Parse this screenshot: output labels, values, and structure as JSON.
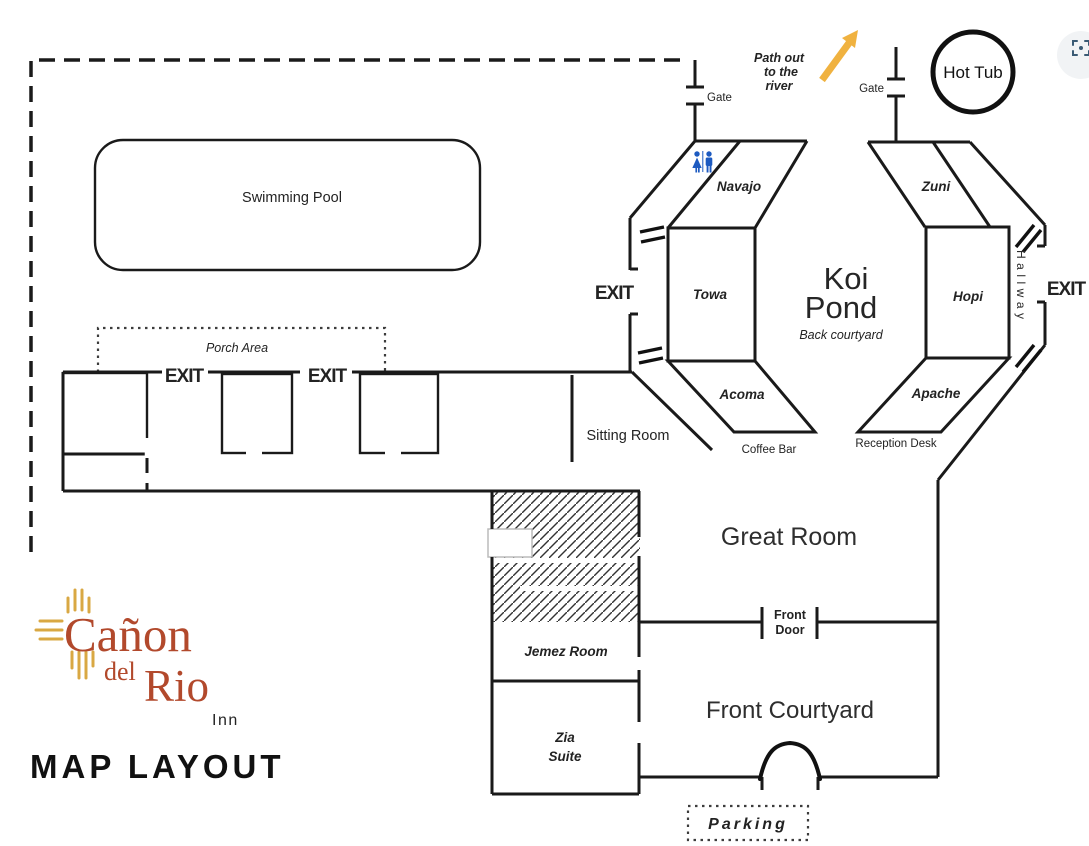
{
  "title": "MAP LAYOUT",
  "colors": {
    "pool_fill": "#86fbf4",
    "exit_red": "#c4252c",
    "arrow_gold": "#f0b240",
    "restroom_blue": "#1d5ac0",
    "logo_rust": "#b2492c",
    "logo_gold": "#d9a843",
    "icon_blue": "#3a5a74",
    "wall": "#1a1a1a"
  },
  "map": {
    "labels": {
      "swimming_pool": "Swimming Pool",
      "gate_left": "Gate",
      "gate_right": "Gate",
      "path_line1": "Path out",
      "path_line2": "to the",
      "path_line3": "river",
      "hot_tub": "Hot Tub",
      "navajo": "Navajo",
      "towa": "Towa",
      "acoma": "Acoma",
      "zuni": "Zuni",
      "hopi": "Hopi",
      "apache": "Apache",
      "koi_line1": "Koi",
      "koi_line2": "Pond",
      "back_courtyard": "Back courtyard",
      "hallway": "Hallway",
      "exit": "EXIT",
      "porch_area": "Porch Area",
      "sitting_room": "Sitting Room",
      "coffee_bar": "Coffee Bar",
      "reception_desk": "Reception Desk",
      "great_room": "Great Room",
      "front_door_line1": "Front",
      "front_door_line2": "Door",
      "jemez_room": "Jemez Room",
      "zia_line1": "Zia",
      "zia_line2": "Suite",
      "front_courtyard": "Front Courtyard",
      "parking": "Parking"
    },
    "logo": {
      "line1": "Cañon",
      "line2_small": "del",
      "line2": "Rio",
      "line3": "Inn"
    }
  }
}
